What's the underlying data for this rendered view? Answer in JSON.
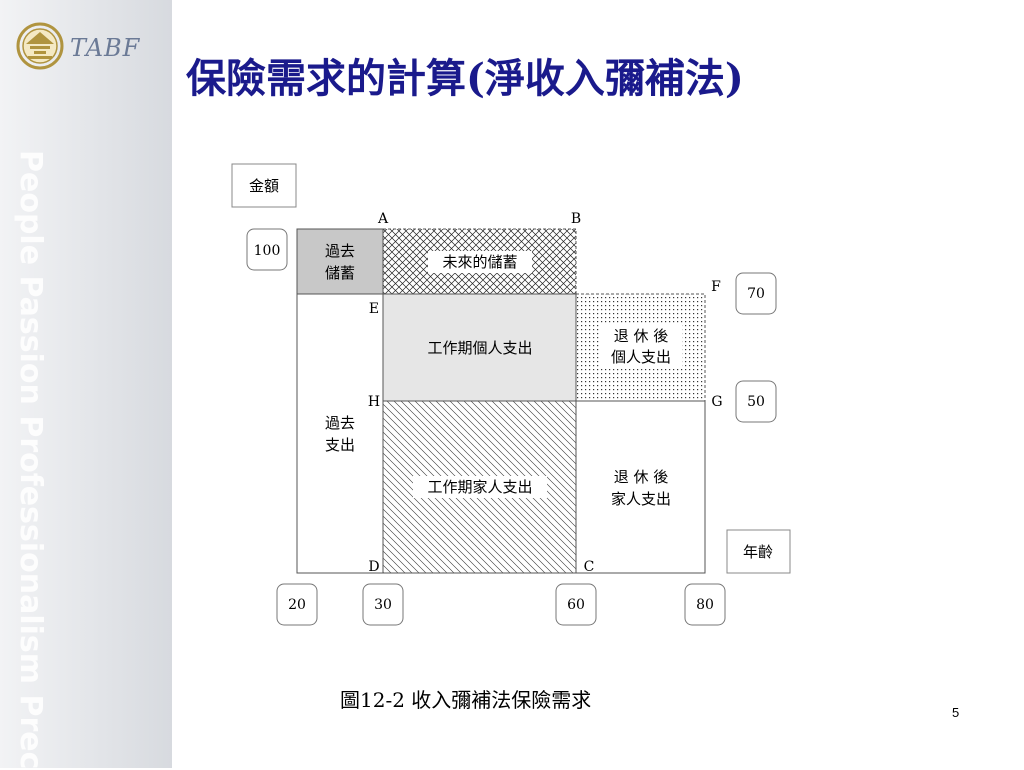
{
  "slide": {
    "title": "保險需求的計算(淨收入彌補法)",
    "caption": "圖12-2  收入彌補法保險需求",
    "page_number": "5",
    "watermark": "People Passion Professionalism Precision"
  },
  "logo": {
    "text": "TABF"
  },
  "diagram": {
    "y_axis_label": "金額",
    "x_axis_label": "年齡",
    "y_values": {
      "top": "100",
      "mid_high": "70",
      "mid_low": "50"
    },
    "x_values": [
      "20",
      "30",
      "60",
      "80"
    ],
    "points": {
      "A": "A",
      "B": "B",
      "C": "C",
      "D": "D",
      "E": "E",
      "F": "F",
      "G": "G",
      "H": "H"
    },
    "regions": {
      "past_savings": [
        "過去",
        "儲蓄"
      ],
      "future_savings": "未來的儲蓄",
      "work_personal": "工作期個人支出",
      "retire_personal": [
        "退 休 後",
        "個人支出"
      ],
      "past_spending": [
        "過去",
        "支出"
      ],
      "work_family": "工作期家人支出",
      "retire_family": [
        "退 休 後",
        "家人支出"
      ]
    }
  }
}
